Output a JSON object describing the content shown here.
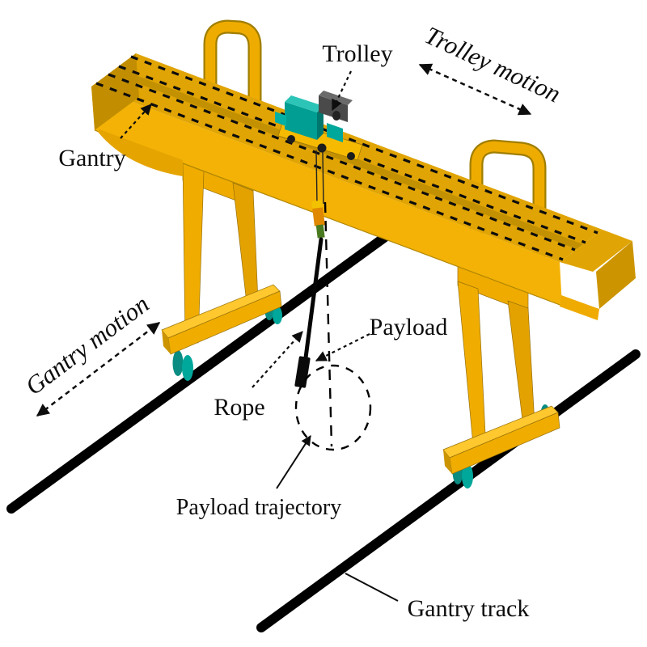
{
  "figure": {
    "type": "isometric-technical-diagram",
    "subject": "double-girder gantry crane with trolley, rope and payload",
    "labels": {
      "gantry": "Gantry",
      "trolley": "Trolley",
      "trolley_motion": "Trolley motion",
      "gantry_motion": "Gantry motion",
      "payload": "Payload",
      "rope": "Rope",
      "payload_trajectory": "Payload trajectory",
      "gantry_track": "Gantry track"
    },
    "colors": {
      "crane_yellow": "#F2B505",
      "crane_yellow_top": "#DFA005",
      "crane_yellow_dark": "#C28E00",
      "crane_yellow_light": "#FFC82E",
      "machinery_teal": "#00A79B",
      "machinery_teal_dark": "#00736B",
      "track_black": "#000000",
      "background": "#FFFFFF"
    }
  }
}
